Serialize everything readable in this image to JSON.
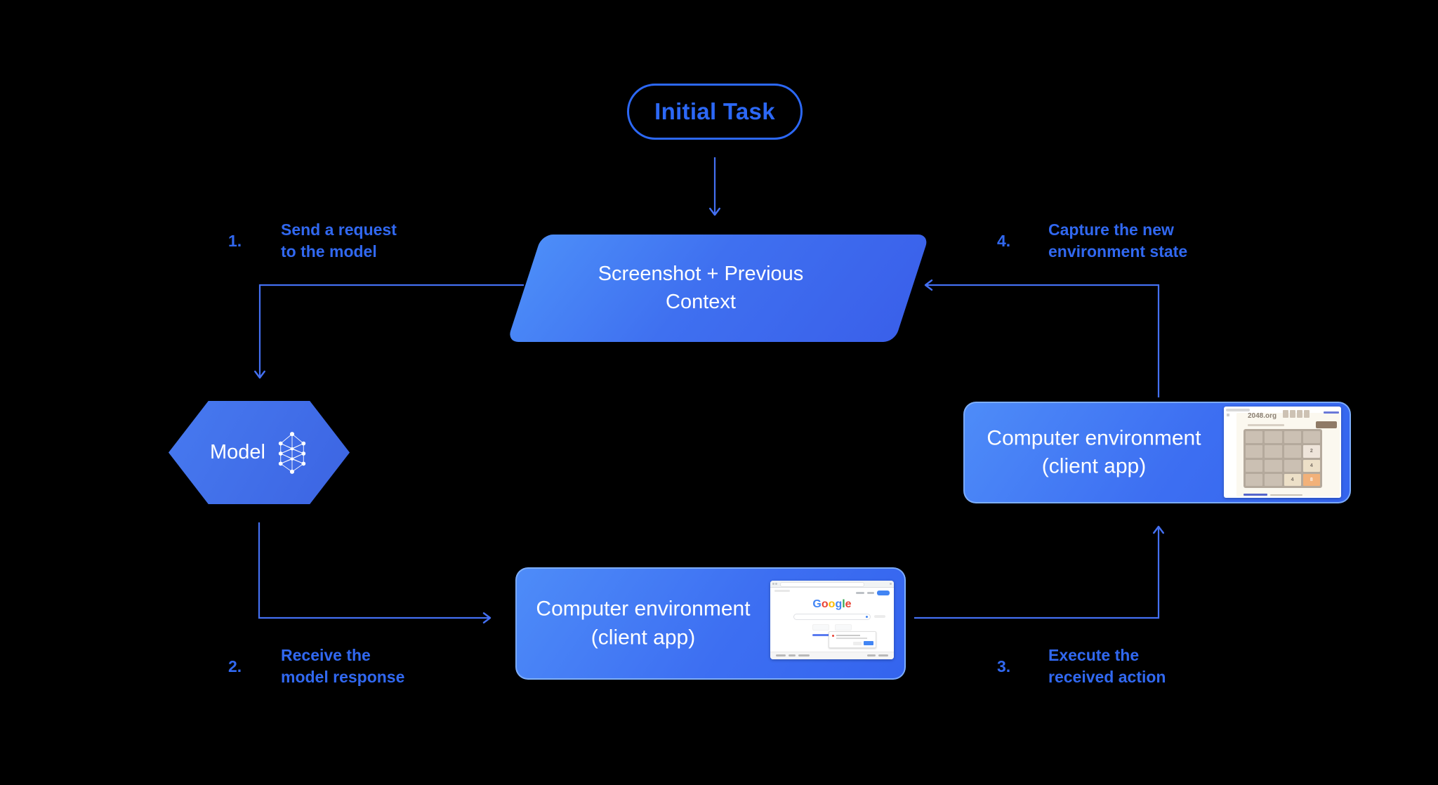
{
  "colors": {
    "background": "#000000",
    "accent_blue": "#2C68F6",
    "label_blue": "#3168F0",
    "connector_blue": "#4470F2",
    "shape_gradient_start": "#4C8DF8",
    "shape_gradient_end": "#3A60EA",
    "tile_8_orange": "#f2b179"
  },
  "initial_task": {
    "label": "Initial Task"
  },
  "context_shape": {
    "label": "Screenshot + Previous\nContext"
  },
  "model_node": {
    "label": "Model"
  },
  "env_bottom": {
    "label": "Computer environment\n(client app)"
  },
  "env_right": {
    "label": "Computer environment\n(client app)"
  },
  "steps": [
    {
      "num": "1.",
      "text": "Send a request\nto the model"
    },
    {
      "num": "2.",
      "text": "Receive the\nmodel response"
    },
    {
      "num": "3.",
      "text": "Execute the\nreceived action"
    },
    {
      "num": "4.",
      "text": "Capture the new\nenvironment state"
    }
  ],
  "mini_google": {
    "logo_letters": [
      "G",
      "o",
      "o",
      "g",
      "l",
      "e"
    ]
  },
  "mini_2048": {
    "site_title": "2048.org",
    "tiles": [
      {
        "row": 2,
        "col": 4,
        "value": "2"
      },
      {
        "row": 3,
        "col": 4,
        "value": "4"
      },
      {
        "row": 4,
        "col": 3,
        "value": "4"
      },
      {
        "row": 4,
        "col": 4,
        "value": "8"
      }
    ]
  }
}
